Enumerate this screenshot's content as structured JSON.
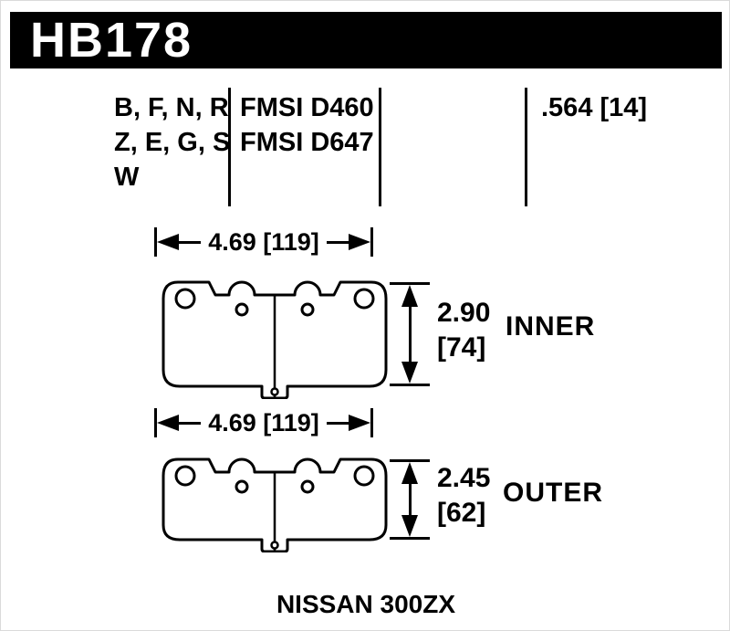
{
  "header": {
    "part_number": "HB178"
  },
  "spec_table": {
    "compound_codes": [
      "B, F, N, R",
      "Z, E, G, S",
      "W"
    ],
    "fmsi_numbers": [
      "FMSI D460",
      "FMSI D647"
    ],
    "thickness": ".564 [14]"
  },
  "drawings": [
    {
      "position": "inner",
      "width_dim": "4.69 [119]",
      "height_in": "2.90",
      "height_mm": "[74]",
      "label": "INNER"
    },
    {
      "position": "outer",
      "width_dim": "4.69 [119]",
      "height_in": "2.45",
      "height_mm": "[62]",
      "label": "OUTER"
    }
  ],
  "footer": {
    "vehicle": "NISSAN 300ZX"
  },
  "colors": {
    "header_bg": "#000000",
    "header_text": "#ffffff",
    "line": "#000000",
    "background": "#ffffff"
  }
}
